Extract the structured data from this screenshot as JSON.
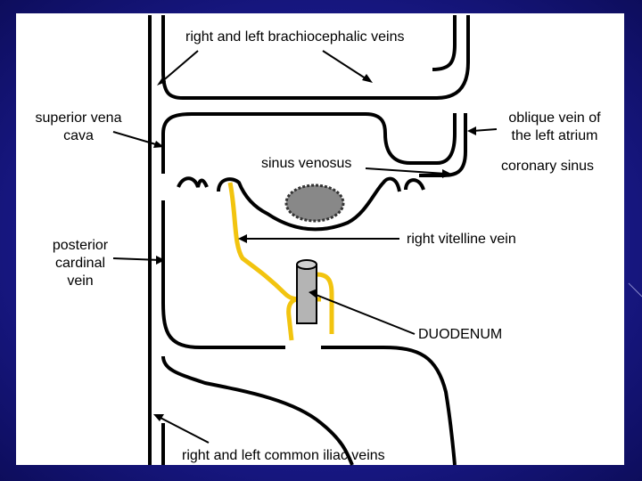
{
  "labels": {
    "brachiocephalic": "right and left brachiocephalic veins",
    "svc_line1": "superior vena",
    "svc_line2": "cava",
    "oblique_line1": "oblique vein of",
    "oblique_line2": "the left atrium",
    "sinus_venosus": "sinus venosus",
    "coronary_sinus": "coronary sinus",
    "posterior_line1": "posterior",
    "posterior_line2": "cardinal",
    "posterior_line3": "vein",
    "right_vitelline": "right vitelline vein",
    "duodenum": "DUODENUM",
    "iliac": "right and left common iliac veins"
  },
  "colors": {
    "background": "#1a1a8c",
    "panel": "#ffffff",
    "vein_outline": "#000000",
    "vitelline": "#f2c40f",
    "duodenum_fill": "#b4b4b4",
    "sinus_blob": "#888888"
  }
}
